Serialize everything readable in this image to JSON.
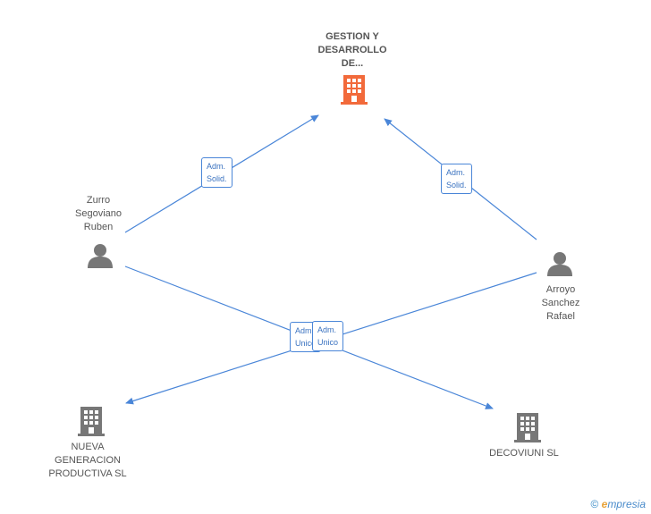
{
  "nodes": {
    "gestion": {
      "label": "GESTION Y\nDESARROLLO\nDE...",
      "color": "#f26a3b"
    },
    "zurro": {
      "label": "Zurro\nSegoviano\nRuben"
    },
    "arroyo": {
      "label": "Arroyo\nSanchez\nRafael"
    },
    "nueva": {
      "label": "NUEVA\nGENERACION\nPRODUCTIVA SL"
    },
    "decoviuni": {
      "label": "DECOVIUNI SL"
    }
  },
  "edges": {
    "zurro_gestion": "Adm.\nSolid.",
    "arroyo_gestion": "Adm.\nSolid.",
    "zurro_decoviuni": "Adm.\nUnico",
    "arroyo_nueva": "Adm.\nUnico"
  },
  "colors": {
    "edge": "#4a86d8",
    "company": "#777777",
    "person": "#777777"
  },
  "footer": {
    "copyright": "©",
    "brand_e": "e",
    "brand_rest": "mpresia"
  }
}
